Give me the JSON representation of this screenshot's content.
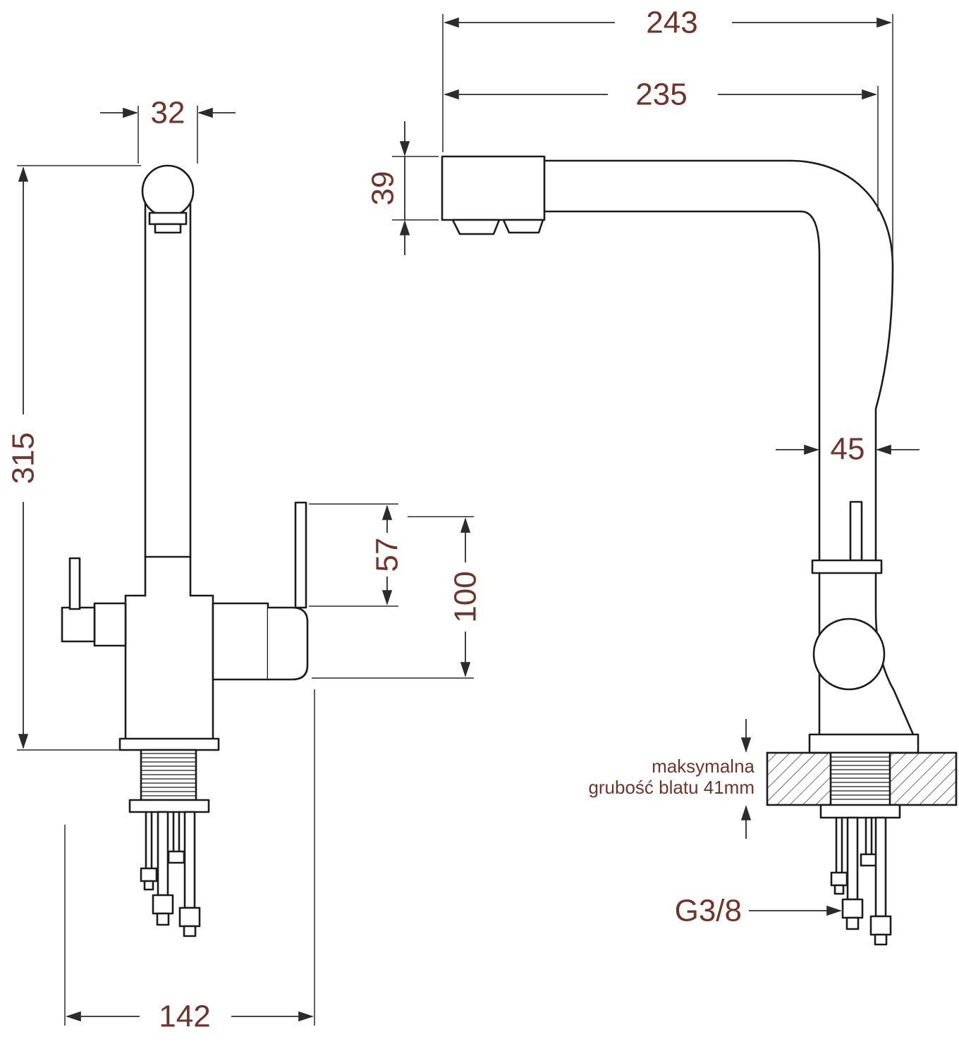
{
  "drawing": {
    "labels": {
      "width_top": "243",
      "width_inner": "235",
      "spout_height": "39",
      "pipe_width": "45",
      "head_width": "32",
      "total_height": "315",
      "lever_length": "57",
      "handle_height": "100",
      "base_depth": "142",
      "thread_size": "G3/8",
      "note_line1": "maksymalna",
      "note_line2": "grubość blatu 41mm"
    },
    "colors": {
      "outline": "#1c1c1c",
      "dimension": "#2b2b2b",
      "label_text": "#6e352b",
      "background": "#ffffff"
    }
  }
}
